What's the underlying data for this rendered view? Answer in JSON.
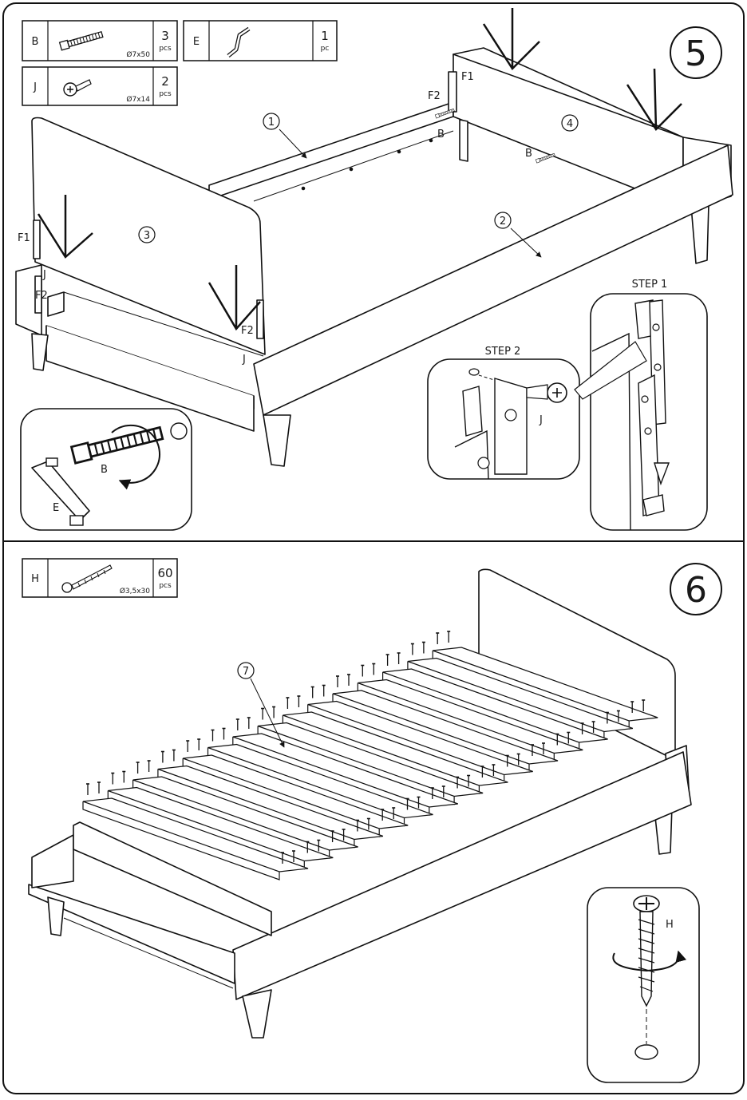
{
  "step5": {
    "number": "5",
    "parts": [
      {
        "letter": "B",
        "size": "Ø7x50",
        "qty": "3",
        "unit": "pcs"
      },
      {
        "letter": "E",
        "size": "",
        "qty": "1",
        "unit": "pc"
      },
      {
        "letter": "J",
        "size": "Ø7x14",
        "qty": "2",
        "unit": "pcs"
      }
    ],
    "callouts": {
      "c1": "1",
      "c2": "2",
      "c3": "3",
      "c4": "4"
    },
    "labels": {
      "f1_left": "F1",
      "f2_left": "F2",
      "j_left": "J",
      "f2_mid": "F2",
      "j_mid": "J",
      "f1_right": "F1",
      "f2_right": "F2",
      "b_right": "B",
      "b_inner": "B"
    },
    "detail_b": {
      "b": "B",
      "e": "E"
    },
    "detail_step2": {
      "title": "STEP 2",
      "j": "J"
    },
    "detail_step1": {
      "title": "STEP 1"
    }
  },
  "step6": {
    "number": "6",
    "part": {
      "letter": "H",
      "size": "Ø3,5x30",
      "qty": "60",
      "unit": "pcs"
    },
    "callout": "7",
    "detail_h": {
      "h": "H"
    }
  }
}
